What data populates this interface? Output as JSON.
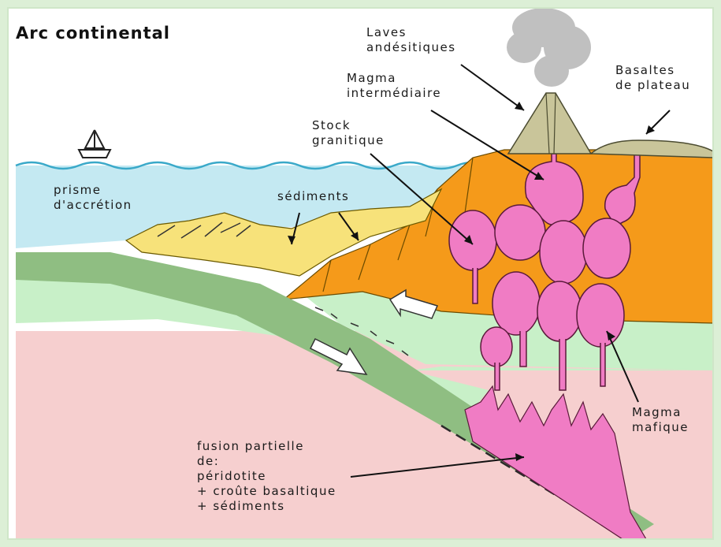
{
  "title": "Arc continental",
  "labels": {
    "laves": "Laves\nandésitiques",
    "basaltes": "Basaltes\nde plateau",
    "magma_inter": "Magma\nintermédiaire",
    "stock": "Stock\ngranitique",
    "prisme": "prisme\nd'accrétion",
    "sediments": "sédiments",
    "magma_mafique": "Magma\nmafique",
    "fusion": "fusion partielle\nde:\npéridotite\n+ croûte basaltique\n+ sédiments"
  },
  "colors": {
    "background": "#dcefd6",
    "sky": "#ffffff",
    "sea": "#c4e9f2",
    "sediments": "#f7e27a",
    "continental_crust": "#f59a1a",
    "lithosphere": "#c8f0c8",
    "asthenosphere": "#f6cfcf",
    "slab": "#8fbe82",
    "magma": "#f07cc4",
    "volcano": "#c9c59a",
    "plume": "#c0c0c0"
  }
}
